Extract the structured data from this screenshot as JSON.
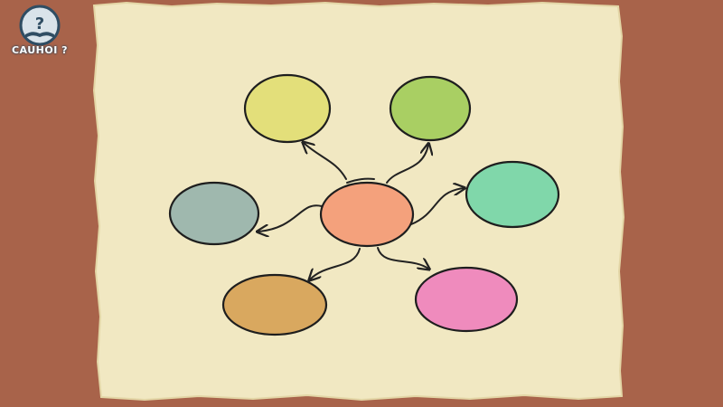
{
  "brand": {
    "logo_text": "CAUHOI ?",
    "logo_colors": {
      "ring": "#2f4d63",
      "fill": "#d9e3ea"
    }
  },
  "diagram": {
    "type": "mind-map",
    "center": {
      "color": "#f4a17c"
    },
    "nodes": [
      {
        "name": "node-top-left",
        "color": "#e3df7a"
      },
      {
        "name": "node-top-right",
        "color": "#a9cf63"
      },
      {
        "name": "node-left",
        "color": "#9fb8ae"
      },
      {
        "name": "node-right",
        "color": "#80d7aa"
      },
      {
        "name": "node-bottom-left",
        "color": "#d9a85f"
      },
      {
        "name": "node-bottom-right",
        "color": "#ef8bbd"
      }
    ],
    "paper_color": "#f1e8c2",
    "background_color": "#a8634a"
  }
}
